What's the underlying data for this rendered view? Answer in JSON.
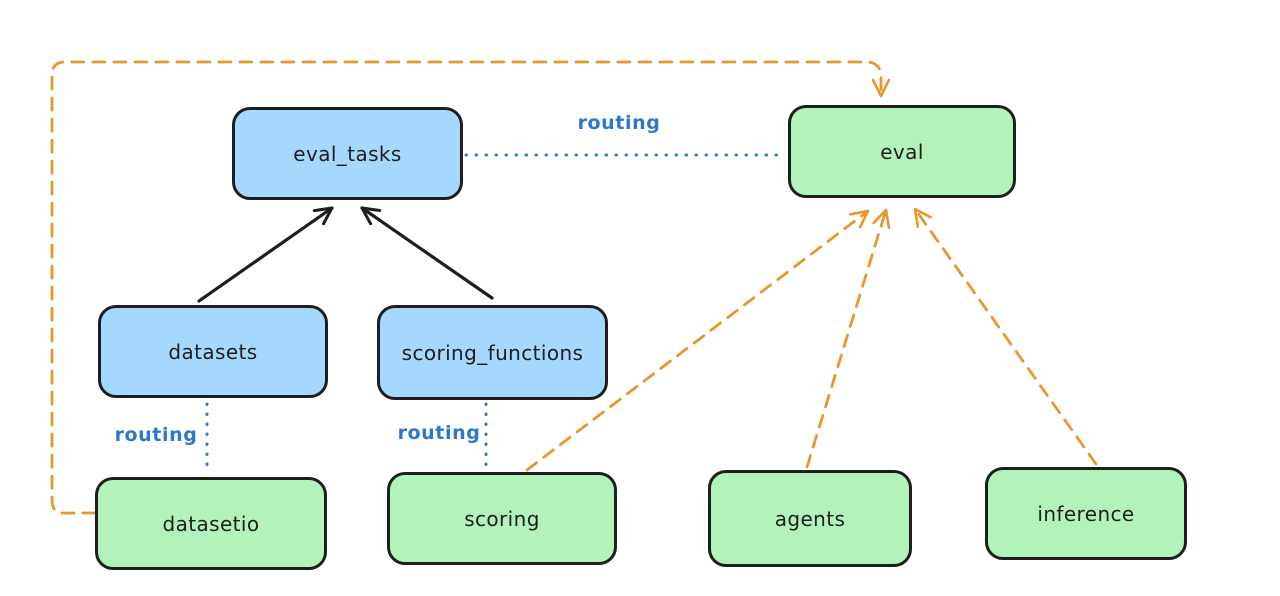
{
  "diagram": {
    "nodes": {
      "eval_tasks": {
        "label": "eval_tasks",
        "fill": "blue"
      },
      "eval": {
        "label": "eval",
        "fill": "green"
      },
      "datasets": {
        "label": "datasets",
        "fill": "blue"
      },
      "scoring_functions": {
        "label": "scoring_functions",
        "fill": "blue"
      },
      "datasetio": {
        "label": "datasetio",
        "fill": "green"
      },
      "scoring": {
        "label": "scoring",
        "fill": "green"
      },
      "agents": {
        "label": "agents",
        "fill": "green"
      },
      "inference": {
        "label": "inference",
        "fill": "green"
      }
    },
    "edges": {
      "eval_tasks_to_eval": {
        "label": "routing",
        "style": "dotted-blue"
      },
      "datasets_to_datasetio": {
        "label": "routing",
        "style": "dotted-blue"
      },
      "scoring_functions_to_scoring": {
        "label": "routing",
        "style": "dotted-blue"
      },
      "datasets_to_eval_tasks": {
        "style": "solid-black-arrow"
      },
      "scoring_functions_to_eval_tasks": {
        "style": "solid-black-arrow"
      },
      "datasetio_to_eval": {
        "style": "dashed-orange-arrow"
      },
      "scoring_to_eval": {
        "style": "dashed-orange-arrow"
      },
      "agents_to_eval": {
        "style": "dashed-orange-arrow"
      },
      "inference_to_eval": {
        "style": "dashed-orange-arrow"
      }
    },
    "colors": {
      "background": "#ffffff",
      "box_stroke": "#1e1e1e",
      "blue_fill": "#a5d8ff",
      "green_fill": "#b2f2bb",
      "routing_blue": "#2e78c8",
      "arrow_orange": "#e8962e",
      "arrow_black": "#1e1e1e"
    }
  }
}
